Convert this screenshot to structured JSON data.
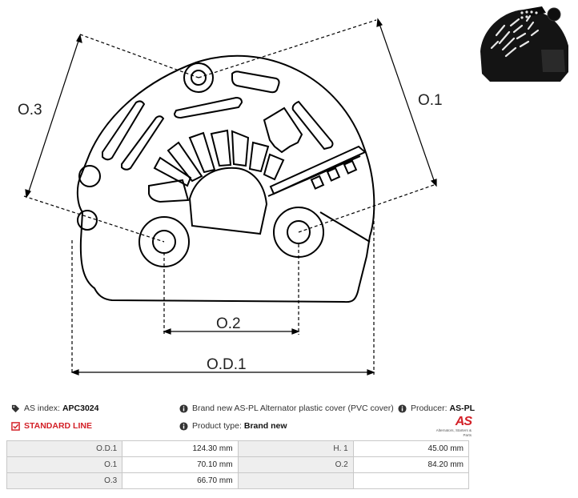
{
  "dimensions": {
    "od1": "O.D.1",
    "o1": "O.1",
    "o2": "O.2",
    "o3": "O.3"
  },
  "info": {
    "as_index_label": "AS index:",
    "as_index_value": "APC3024",
    "line": "STANDARD LINE",
    "description": "Brand new AS-PL Alternator plastic cover (PVC cover)",
    "producer_label": "Producer:",
    "producer_value": "AS-PL",
    "product_type_label": "Product type:",
    "product_type_value": "Brand new"
  },
  "logo": {
    "mark": "AS",
    "tagline": "Alternators, Starters & Parts"
  },
  "specs": [
    {
      "label": "O.D.1",
      "value": "124.30 mm",
      "label2": "H. 1",
      "value2": "45.00 mm"
    },
    {
      "label": "O.1",
      "value": "70.10 mm",
      "label2": "O.2",
      "value2": "84.20 mm"
    },
    {
      "label": "O.3",
      "value": "66.70 mm",
      "label2": "",
      "value2": ""
    }
  ],
  "colors": {
    "accent": "#d32027",
    "table_label_bg": "#eeeeee",
    "border": "#c8c8c8"
  }
}
